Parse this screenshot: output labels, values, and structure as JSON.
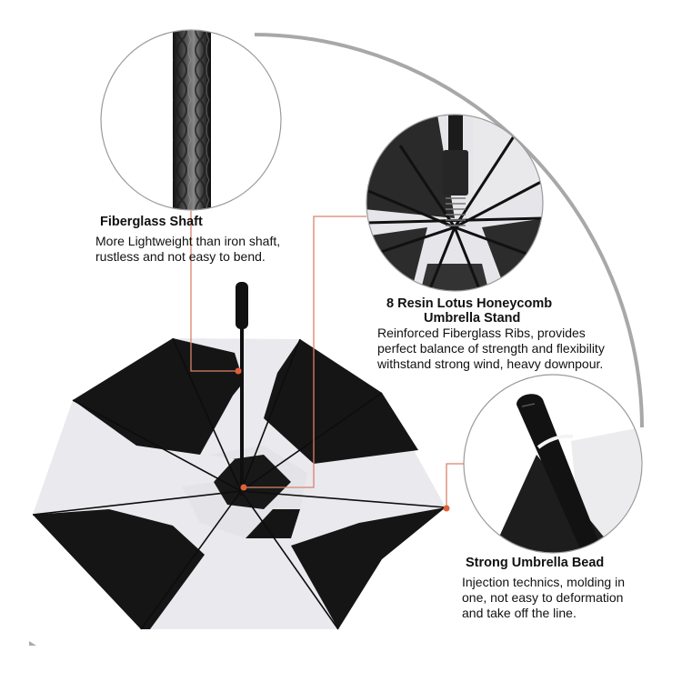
{
  "features": [
    {
      "id": "fiberglass-shaft",
      "title": "Fiberglass Shaft",
      "description_lines": [
        "More Lightweight than iron shaft,",
        "rustless and not easy to bend."
      ]
    },
    {
      "id": "lotus-stand",
      "title_lines": [
        "8 Resin Lotus Honeycomb",
        "Umbrella Stand"
      ],
      "description_lines": [
        "Reinforced Fiberglass Ribs, provides",
        "perfect balance of strength and flexibility",
        "withstand strong wind, heavy downpour."
      ]
    },
    {
      "id": "umbrella-bead",
      "title": "Strong Umbrella Bead",
      "description_lines": [
        "Injection technics, molding in",
        "one, not easy to deformation",
        "and take off the line."
      ]
    }
  ],
  "colors": {
    "leader_line": "#d9826a",
    "leader_dot": "#e0603a",
    "canopy_black": "#151515",
    "canopy_white": "#e9e9ee",
    "circle_stroke": "#9a9a9a",
    "arc_stroke": "#a8a8a8",
    "text": "#111111"
  }
}
